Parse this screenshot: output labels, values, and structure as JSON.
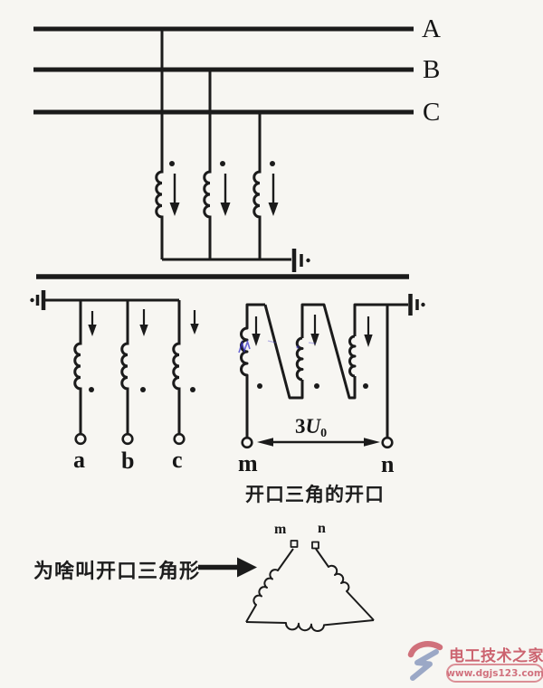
{
  "colors": {
    "ink": "#1b1b1b",
    "paper": "#f7f6f2",
    "blue_residue": "#3a35c8",
    "watermark_red": "#c0394a",
    "watermark_blue": "#7688b4",
    "watermark_pink": "#cc5f6e"
  },
  "bus_bars": [
    {
      "label": "A"
    },
    {
      "label": "B"
    },
    {
      "label": "C"
    }
  ],
  "star_secondary": {
    "terminals": [
      {
        "label": "a"
      },
      {
        "label": "b"
      },
      {
        "label": "c"
      }
    ]
  },
  "open_delta": {
    "terminals": [
      {
        "label": "m"
      },
      {
        "label": "n"
      }
    ],
    "voltage": {
      "coefficient": "3",
      "symbol": "U",
      "subscript": "0"
    }
  },
  "captions": {
    "open_delta_gap": "开口三角的开口",
    "why_open_triangle": "为啥叫开口三角形"
  },
  "triangle_demo": {
    "terminals": [
      {
        "label": "m"
      },
      {
        "label": "n"
      }
    ]
  },
  "watermark": {
    "site_name": "电工技术之家",
    "site_url": "www.dgjs123.com"
  },
  "icons": {
    "ground": "earth-ground-symbol",
    "polarity": "winding-polarity-dot",
    "flow": "down-arrow",
    "span": "double-headed-arrow"
  }
}
